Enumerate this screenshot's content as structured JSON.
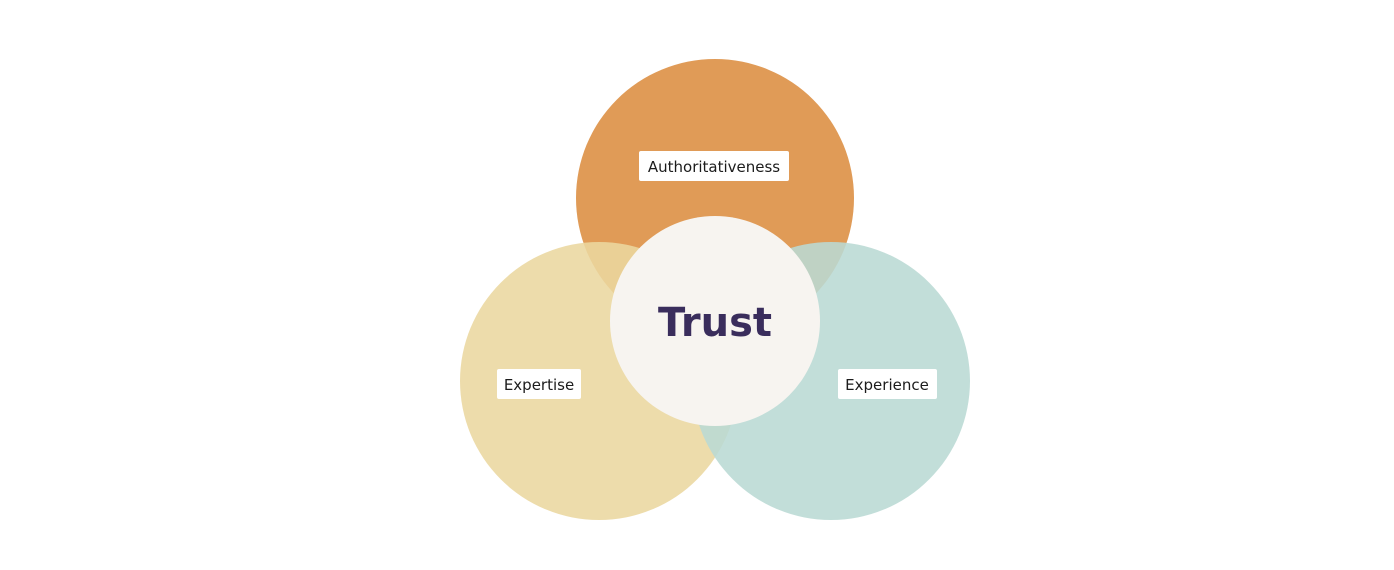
{
  "diagram": {
    "center_label": "Trust",
    "circles": {
      "top": {
        "label": "Authoritativeness",
        "color": "#E09B57"
      },
      "left": {
        "label": "Expertise",
        "color": "#EAD79F"
      },
      "right": {
        "label": "Experience",
        "color": "#B9DAD4"
      }
    },
    "center_color": "#F7F4F0",
    "center_text_color": "#3A2D5C"
  }
}
